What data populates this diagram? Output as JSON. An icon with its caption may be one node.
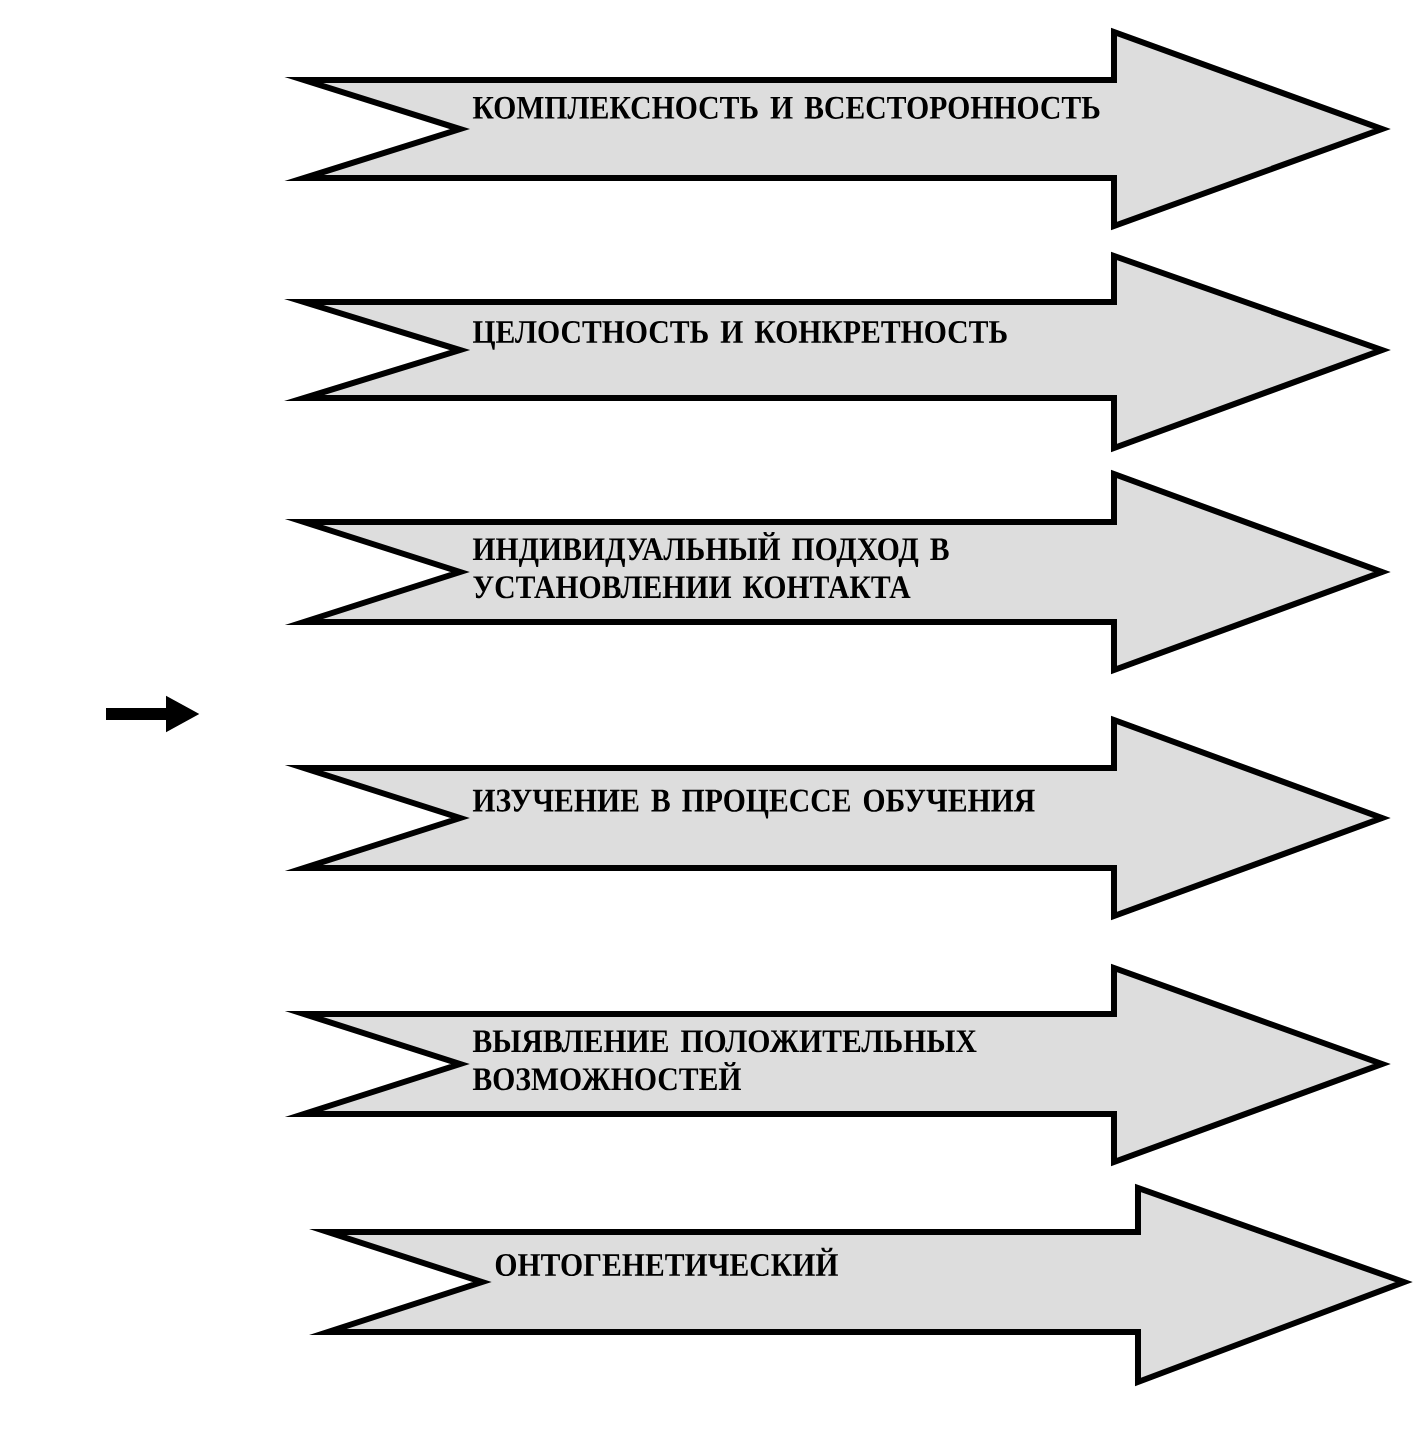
{
  "diagram": {
    "nodes": [
      {
        "text": [
          "КОМПЛЕКСНОСТЬ И ВСЕСТОРОННОСТЬ"
        ]
      },
      {
        "text": [
          "ЦЕЛОСТНОСТЬ И КОНКРЕТНОСТЬ"
        ]
      },
      {
        "text": [
          "ИНДИВИДУАЛЬНЫЙ ПОДХОД В УСТАНОВЛЕНИИ КОНТАКТА"
        ]
      },
      {
        "text": [
          "ИЗУЧЕНИЕ В ПРОЦЕССЕ ОБУЧЕНИЯ"
        ]
      },
      {
        "text": [
          "ВЫЯВЛЕНИЕ ПОЛОЖИТЕЛЬНЫХ ВОЗМОЖНОСТЕЙ"
        ]
      },
      {
        "text": [
          "ОНТОГЕНЕТИЧЕСКИЙ"
        ]
      }
    ]
  }
}
